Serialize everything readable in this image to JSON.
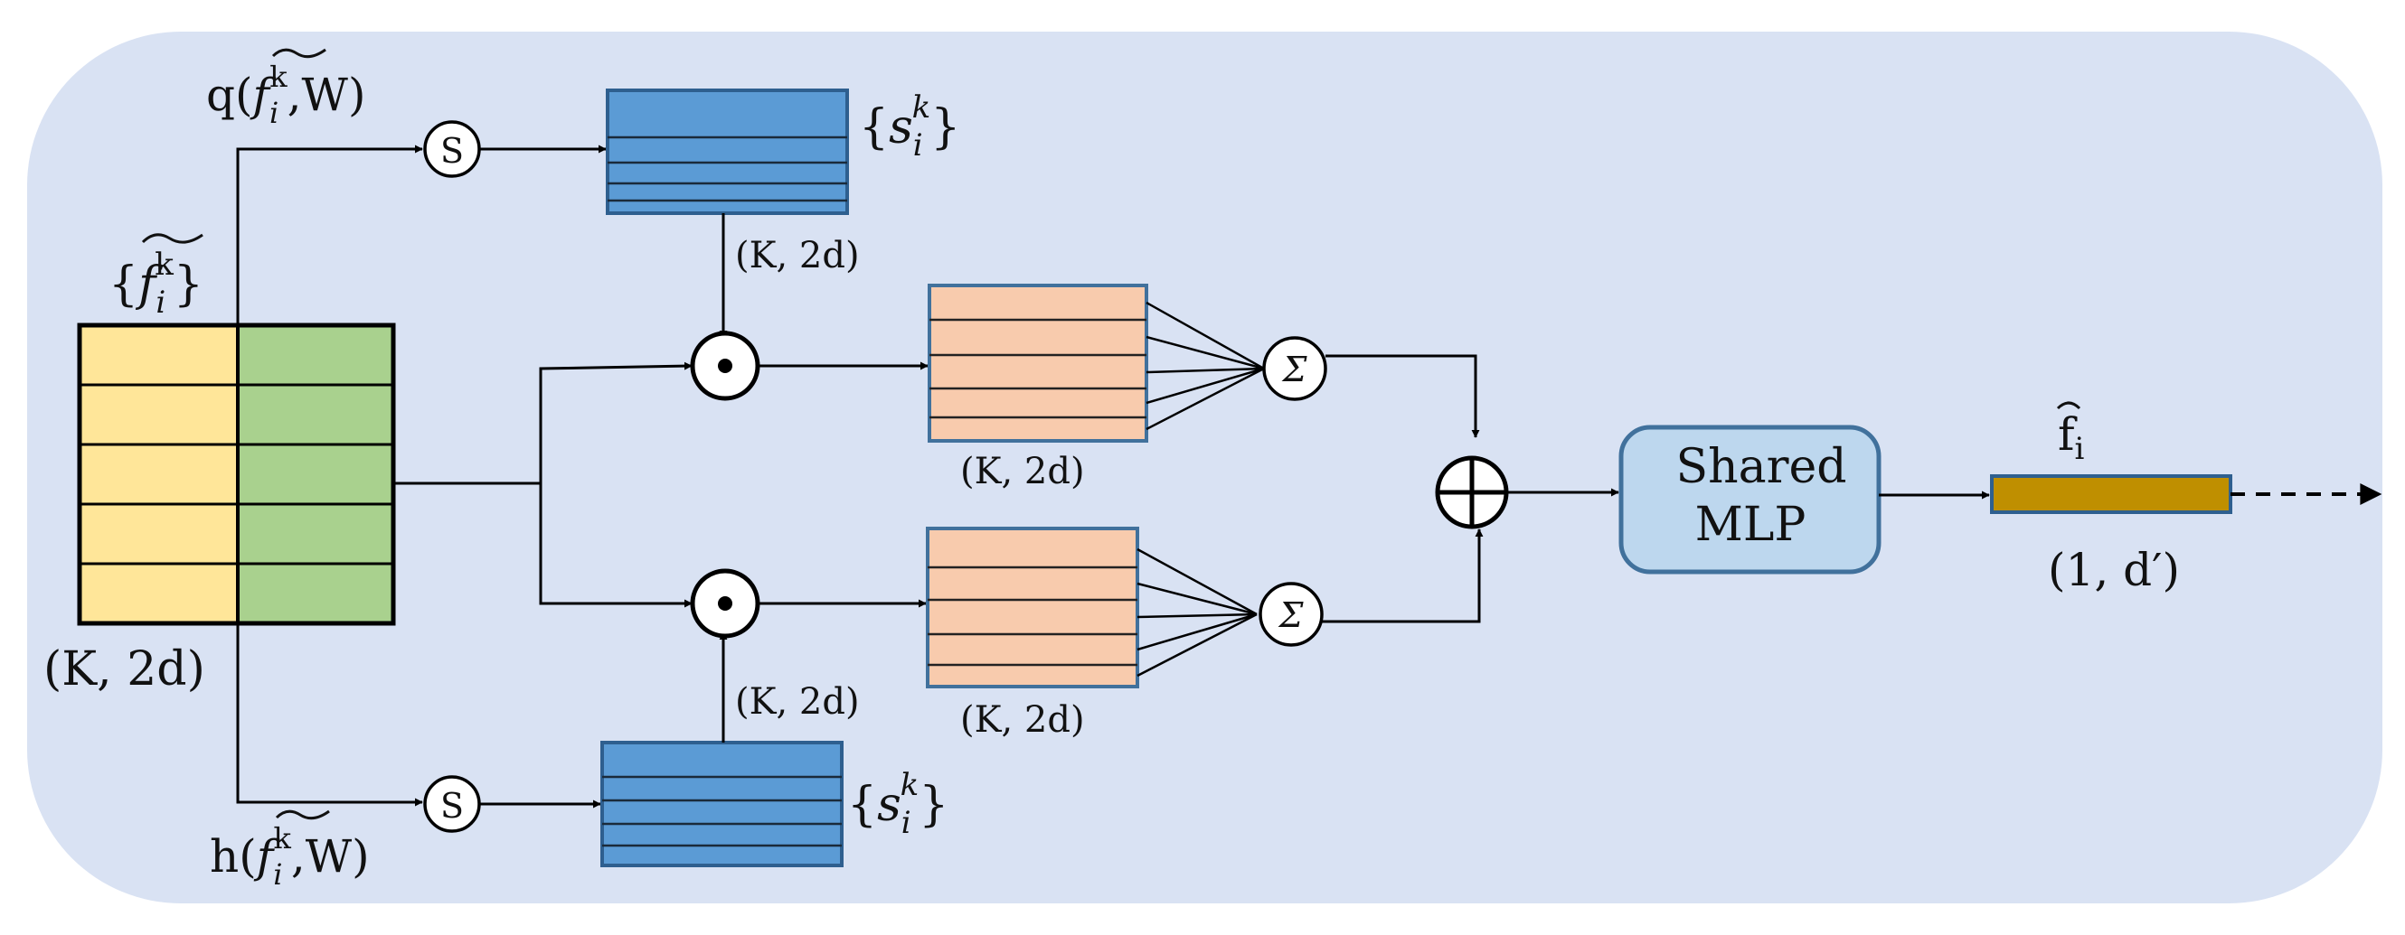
{
  "colors": {
    "panel_background": "#d9e2f3",
    "feature_yellow": "#ffe699",
    "feature_green": "#a9d18e",
    "score_blue": "#5b9bd5",
    "score_border": "#2e5f8f",
    "weighted_peach": "#f8cbad",
    "weighted_border": "#41719c",
    "mlp_fill": "#bdd7ee",
    "mlp_border": "#41719c",
    "output_gold": "#bf8f00"
  },
  "icons": {
    "softmax": "circled-s-icon",
    "hadamard": "circled-dot-icon",
    "sum": "circled-sigma-icon",
    "add": "circled-plus-icon"
  },
  "labels": {
    "top_score_function": {
      "q": "q(",
      "f": "f",
      "sub": "i",
      "sup": "k",
      "rest": ",W)"
    },
    "bottom_score_function": {
      "h": "h(",
      "f": "f",
      "sub": "i",
      "sup": "k",
      "rest": ",W)"
    },
    "feature_set": {
      "open": "{",
      "f": "f",
      "sub": "i",
      "sup": "k",
      "close": "}"
    },
    "feature_dims": "(K, 2d)",
    "score_top": {
      "open": "{",
      "s": "s",
      "sub": "i",
      "sup": "k",
      "close": "}"
    },
    "score_bottom": {
      "open": "{",
      "s": "s",
      "sub": "i",
      "sup": "k",
      "close": "}"
    },
    "score_top_dims": "(K, 2d)",
    "score_bottom_dims": "(K, 2d)",
    "weighted_top_dims": "(K, 2d)",
    "weighted_bottom_dims": "(K, 2d)",
    "softmax_symbol": "S",
    "hadamard_symbol": "⊙",
    "sum_symbol": "Σ",
    "add_symbol": "⊕",
    "mlp_line1": "Shared",
    "mlp_line2": "MLP",
    "output_name": {
      "f": "f",
      "sub": "i"
    },
    "output_dims": "(1, d′)"
  }
}
